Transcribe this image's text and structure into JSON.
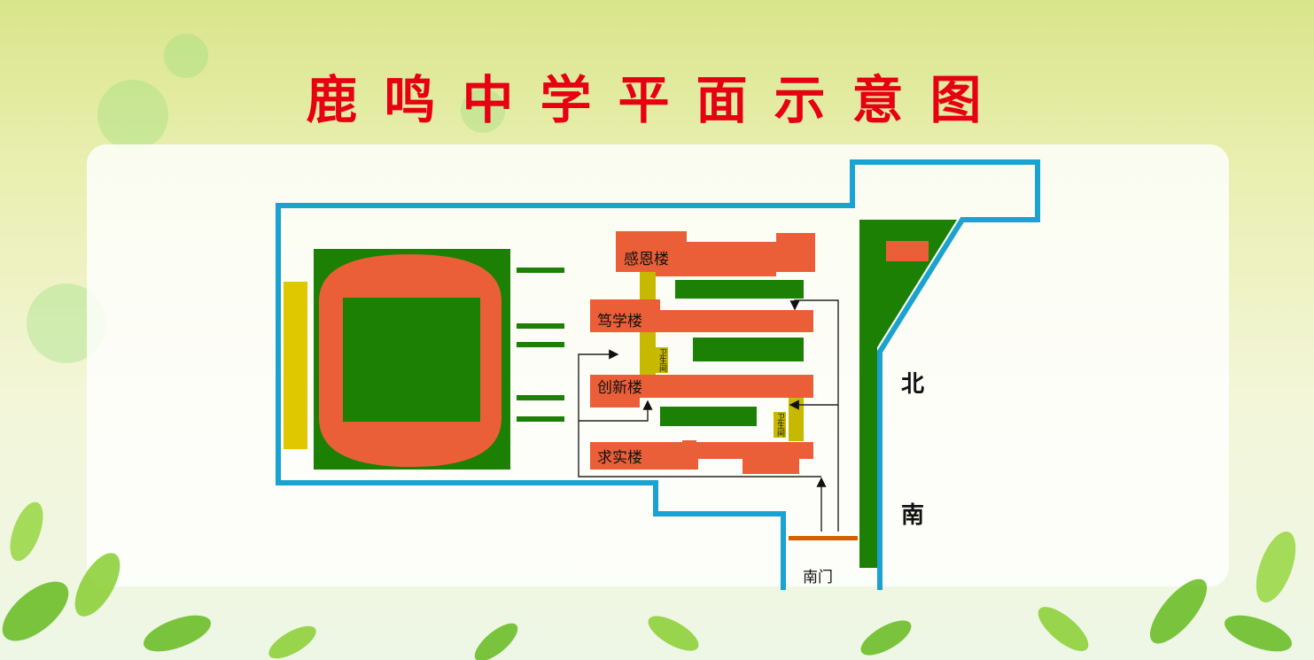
{
  "title": "鹿鸣中学平面示意图",
  "buildings": [
    {
      "name": "感恩楼"
    },
    {
      "name": "笃学楼"
    },
    {
      "name": "创新楼"
    },
    {
      "name": "求实楼"
    }
  ],
  "restroom_label": "卫生间",
  "compass": {
    "north": "北",
    "south": "南"
  },
  "south_gate": "南门",
  "colors": {
    "title": "#e60012",
    "boundary": "#1aa3d0",
    "building": "#ea5f38",
    "green": "#1b8004",
    "yellow": "#c7b800",
    "gate": "#d06000"
  }
}
